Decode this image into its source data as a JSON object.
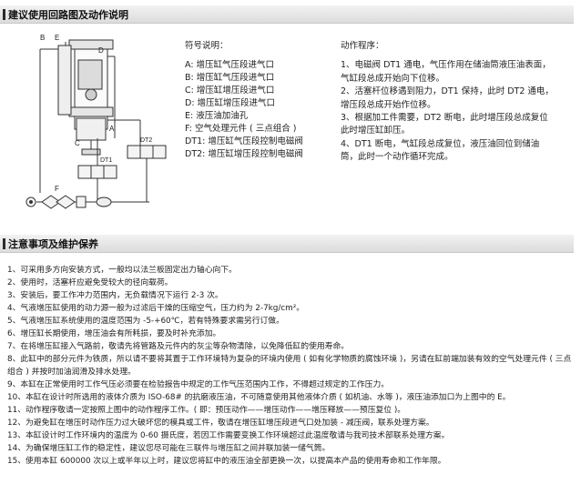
{
  "section1": {
    "title": "建议使用回路图及动作说明"
  },
  "diagram": {
    "labels": {
      "A": "A",
      "B": "B",
      "C": "C",
      "D": "D",
      "E": "E",
      "F": "F",
      "dt1": "DT1",
      "dt2": "DT2"
    }
  },
  "symbols": {
    "heading": "符号说明：",
    "items": [
      "A: 增压缸气压段进气口",
      "B: 增压缸气压段进气口",
      "C: 增压缸增压段进气口",
      "D: 增压缸增压段进气口",
      "E: 液压油加油孔",
      "F: 空气处理元件 ( 三点组合 )",
      "DT1: 增压缸气压段控制电磁阀",
      "DT2: 增压缸增压段控制电磁阀"
    ]
  },
  "procedure": {
    "heading": "动作程序：",
    "steps": [
      "1、电磁阀 DT1 通电，气压作用在储油筒液压油表面，气缸段总成开始向下位移。",
      "2、活塞杆位移遇到阻力，DT1 保持，此时 DT2 通电，增压段总成开始作位移。",
      "3、根据加工件需要，DT2 断电，此时增压段总成复位此时增压缸卸压。",
      "4、DT1 断电，气缸段总成复位，液压油回位到储油筒，此时一个动作循环完成。"
    ]
  },
  "section2": {
    "title": "注意事项及维护保养"
  },
  "notes": [
    "1、可采用多方向安装方式，一般均以法兰板固定出力轴心向下。",
    "2、使用时，活塞杆应避免受较大的径向载荷。",
    "3、安装后，要工作冲力范围内，无负载情况下运行 2-3 次。",
    "4、气液增压缸使用的动力源一般为过滤后干燥的压缩空气，压力约为 2-7kg/cm²。",
    "5、气液增压缸系统使用的温度范围为 -5-+60℃，若有特殊要求需另行订做。",
    "6、增压缸长期使用，增压油会有所耗损，要及时补充添加。",
    "7、在将增压缸接入气路前，敬请先将管路及元件内的灰尘等杂物清除，以免降低缸的使用寿命。",
    "8、此缸中的部分元件为铁质，所以请不要将其置于工作环境特为复杂的环境内使用 ( 如有化学物质的腐蚀环境 )，另请在缸前端加装有效的空气处理元件 ( 三点组合 ) 并按时加油润滑及排水处理。",
    "9、本缸在正常使用时工作气压必须要在检验报告中规定的工作气压范围内工作，不得超过规定的工作压力。",
    "10、本缸在设计时所选用的液体介质为 ISO-68# 的抗磨液压油，不可随意使用其他液体介质 ( 如机油、水等 )，液压油添加口为上图中的 E。",
    "11、动作程序敬请一定按照上图中的动作程序工作。( 即：预压动作——增压动作——增压释放——预压复位 )。",
    "12、为避免缸在增压时动作压力过大破坏您的模具或工件，敬请在增压缸增压段进气口处加装 - 减压阀，联系处理方案。",
    "13、本缸设计时工作环境内的温度为 0-60 摄氏度，若因工作需要变换工作环境超过此温度敬请与我司技术部联系处理方案。",
    "14、为确保增压缸工作的稳定性，建议您尽可能在三联件与增压缸之间并联加装一储气筒。",
    "15、使用本缸 600000 次以上或半年以上时，建议您将缸中的液压油全部更换一次，以提高本产品的使用寿命和工作年限。"
  ]
}
